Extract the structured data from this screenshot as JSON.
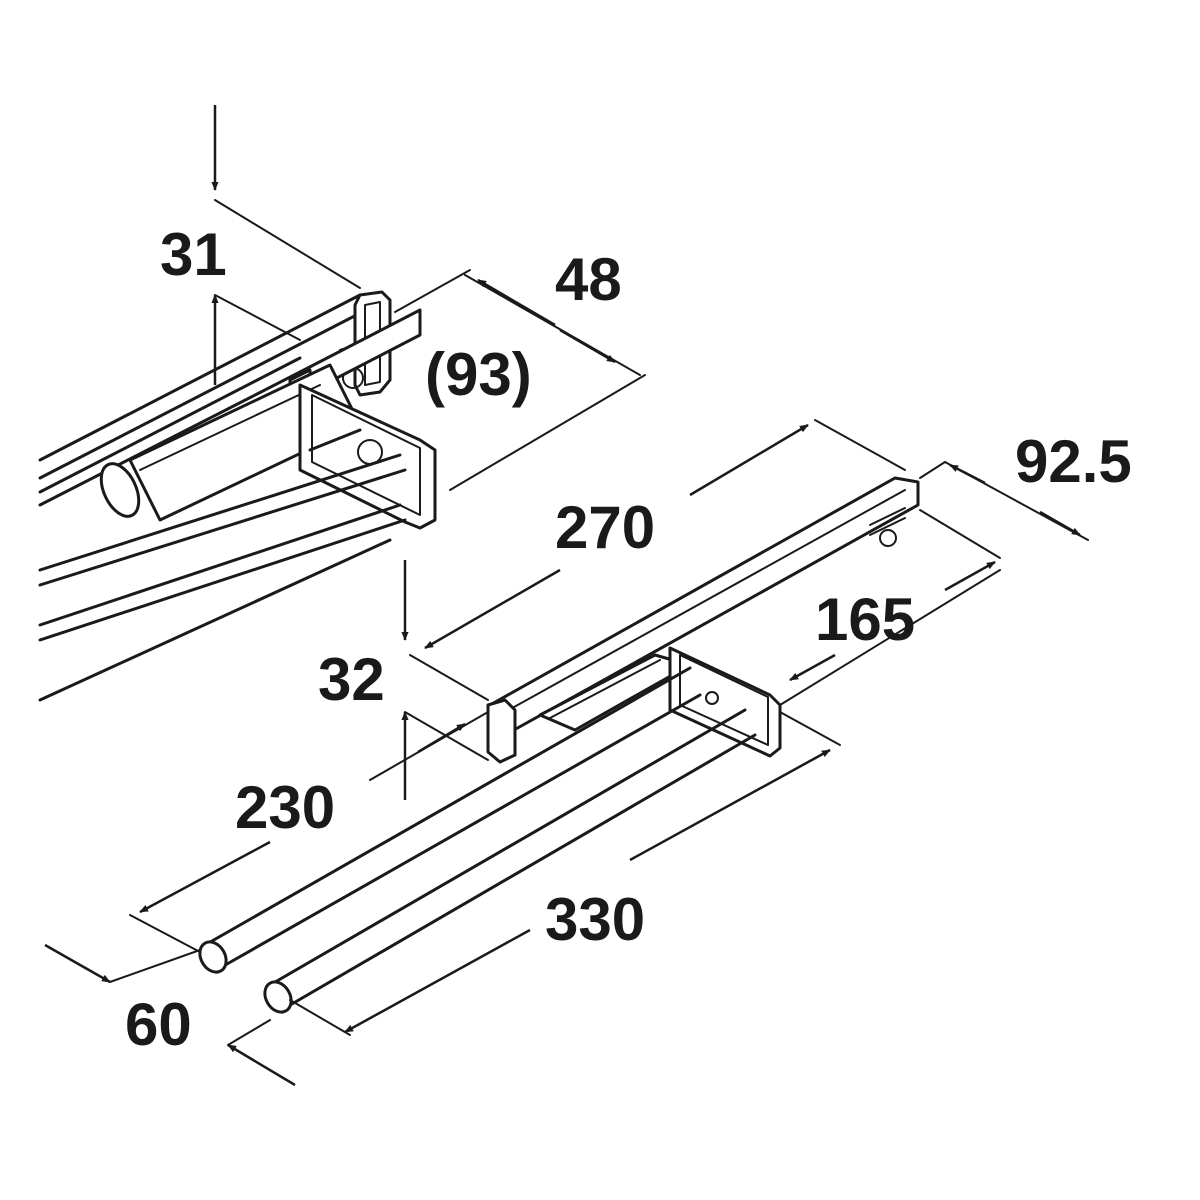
{
  "dimensions": {
    "d31": "31",
    "d48": "48",
    "d93": "(93)",
    "d270": "270",
    "d92_5": "92.5",
    "d165": "165",
    "d32": "32",
    "d230": "230",
    "d330": "330",
    "d60": "60"
  }
}
